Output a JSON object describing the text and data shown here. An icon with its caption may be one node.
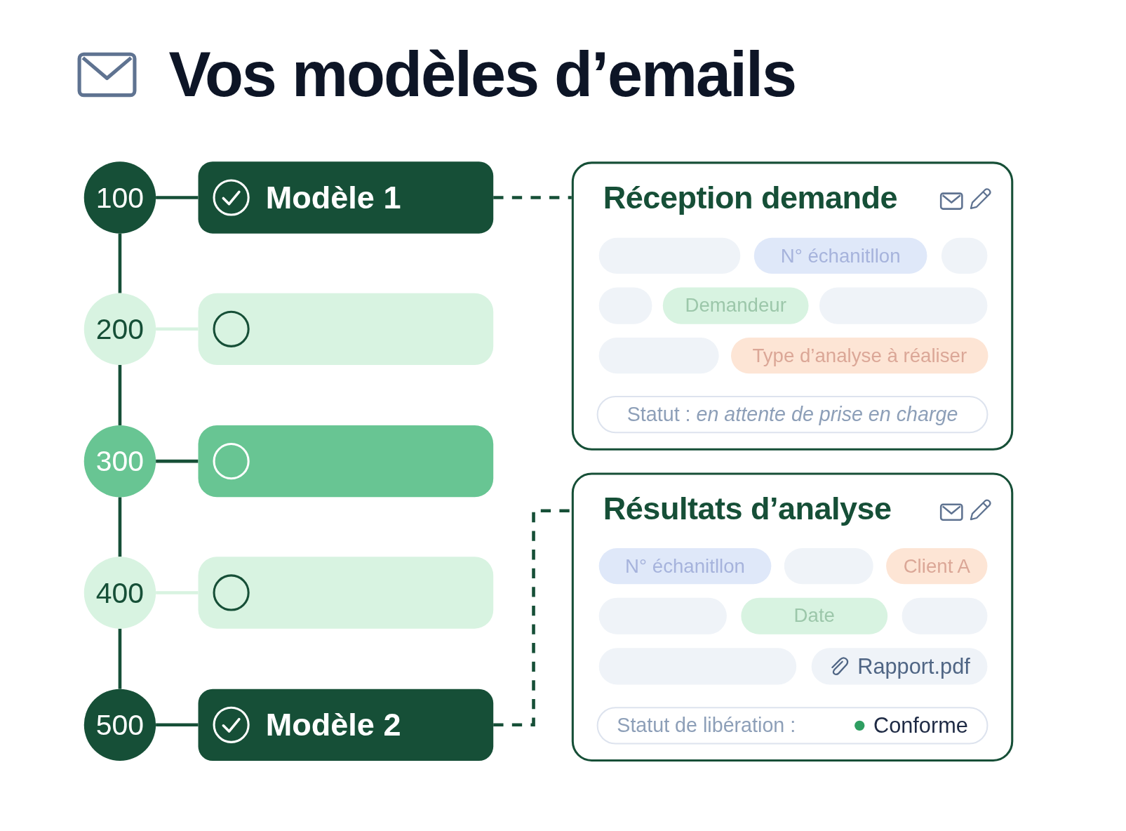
{
  "diagram": {
    "title": "Vos modèles d’emails",
    "nodes": [
      {
        "text": [
          "100"
        ]
      },
      {
        "text": [
          "Modèle 1"
        ]
      },
      {
        "text": [
          "200"
        ]
      },
      {
        "text": [],
        "shape": "box"
      },
      {
        "text": [
          "300"
        ]
      },
      {
        "text": [],
        "shape": "box"
      },
      {
        "text": [
          "400"
        ]
      },
      {
        "text": [],
        "shape": "box"
      },
      {
        "text": [
          "500"
        ]
      },
      {
        "text": [
          "Modèle 2"
        ]
      },
      {
        "text": [
          "Réception demande"
        ]
      },
      {
        "text": [],
        "shape": "box",
        "in": 10
      },
      {
        "text": [
          "N° échanitllon"
        ],
        "in": 10
      },
      {
        "text": [],
        "shape": "box",
        "in": 10
      },
      {
        "text": [],
        "shape": "box",
        "in": 10
      },
      {
        "text": [
          "Demandeur"
        ],
        "in": 10
      },
      {
        "text": [],
        "shape": "box",
        "in": 10
      },
      {
        "text": [],
        "shape": "box",
        "in": 10
      },
      {
        "text": [
          "Type d’analyse à réaliser"
        ],
        "in": 10
      },
      {
        "text": [
          "Statut : *en attente de prise en charge*"
        ],
        "in": 10
      },
      {
        "text": [
          "Résultats d’analyse"
        ]
      },
      {
        "text": [
          "N° échanitllon"
        ],
        "in": 20
      },
      {
        "text": [],
        "shape": "box",
        "in": 20
      },
      {
        "text": [
          "Client A"
        ],
        "in": 20
      },
      {
        "text": [],
        "shape": "box",
        "in": 20
      },
      {
        "text": [
          "Date"
        ],
        "in": 20
      },
      {
        "text": [],
        "shape": "box",
        "in": 20
      },
      {
        "text": [],
        "shape": "box",
        "in": 20
      },
      {
        "text": [
          "Rapport.pdf"
        ],
        "in": 20
      },
      {
        "text": [
          "Statut de libération :",
          "Conforme"
        ],
        "in": 20
      }
    ],
    "edges": [
      {
        "from": 0,
        "to": 1,
        "arrow": "none"
      },
      {
        "from": 0,
        "to": 2,
        "arrow": "none"
      },
      {
        "from": 2,
        "to": 3,
        "arrow": "none",
        "color": "#d8f3e1"
      },
      {
        "from": 2,
        "to": 4,
        "arrow": "none"
      },
      {
        "from": 4,
        "to": 5,
        "arrow": "none"
      },
      {
        "from": 4,
        "to": 6,
        "arrow": "none"
      },
      {
        "from": 6,
        "to": 7,
        "arrow": "none",
        "color": "#d8f3e1"
      },
      {
        "from": 6,
        "to": 8,
        "arrow": "none"
      },
      {
        "from": 8,
        "to": 9,
        "arrow": "none"
      },
      {
        "from": 1,
        "to": 10,
        "arrow": "none",
        "style": "dashed"
      },
      {
        "from": 9,
        "to": 20,
        "arrow": "none",
        "style": "dashed"
      }
    ]
  }
}
